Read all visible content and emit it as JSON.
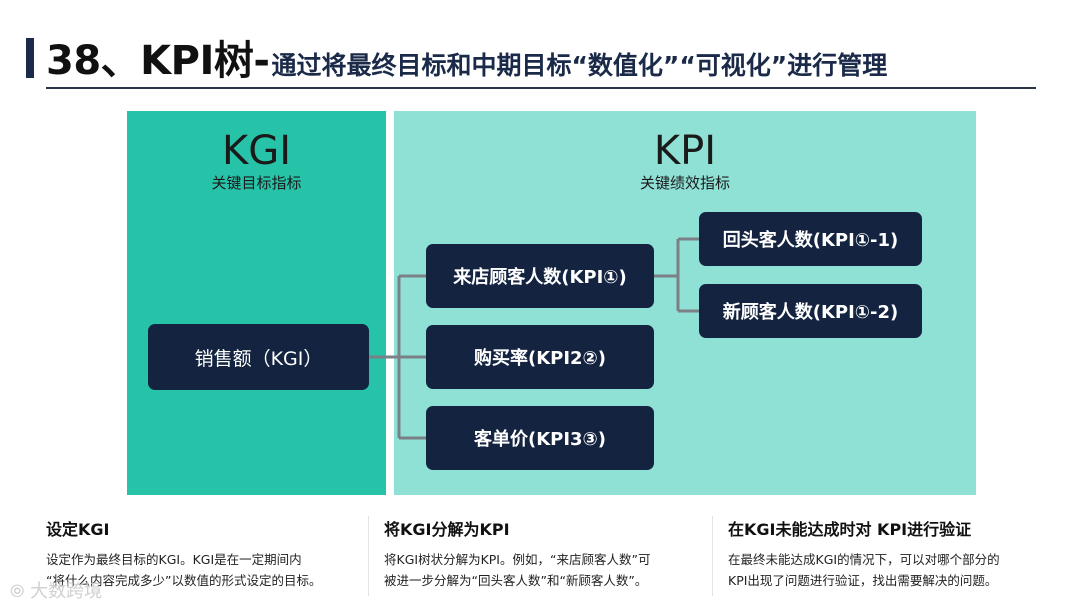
{
  "title": {
    "main": "38、KPI树-",
    "sub": "通过将最终目标和中期目标“数值化”“可视化”进行管理"
  },
  "kgi_panel": {
    "label": "KGI",
    "sublabel": "关键目标指标"
  },
  "kpi_panel": {
    "label": "KPI",
    "sublabel": "关键绩效指标"
  },
  "nodes": {
    "kgi": "销售额（KGI）",
    "kpi1": "来店顾客人数(KPI①)",
    "kpi2": "购买率(KPI2②)",
    "kpi3": "客单价(KPI3③)",
    "kpi1_1": "回头客人数(KPI①-1)",
    "kpi1_2": "新顾客人数(KPI①-2)"
  },
  "footer": [
    {
      "heading": "设定KGI",
      "lines": [
        "设定作为最终目标的KGI。KGI是在一定期间内",
        "“将什么内容完成多少”以数值的形式设定的目标。"
      ]
    },
    {
      "heading": "将KGI分解为KPI",
      "lines": [
        "将KGI树状分解为KPI。例如，“来店顾客人数”可",
        "被进一步分解为“回头客人数”和“新顾客人数”。"
      ]
    },
    {
      "heading": "在KGI未能达成时对 KPI进行验证",
      "lines": [
        "在最终未能达成KGI的情况下，可以对哪个部分的",
        "KPI出现了问题进行验证，找出需要解决的问题。"
      ]
    }
  ],
  "watermark": "大数跨境",
  "colors": {
    "kgi_panel": "#27c3a9",
    "kpi_panel": "#8fe0d5",
    "node": "#142440",
    "connector": "#7b7f86"
  }
}
